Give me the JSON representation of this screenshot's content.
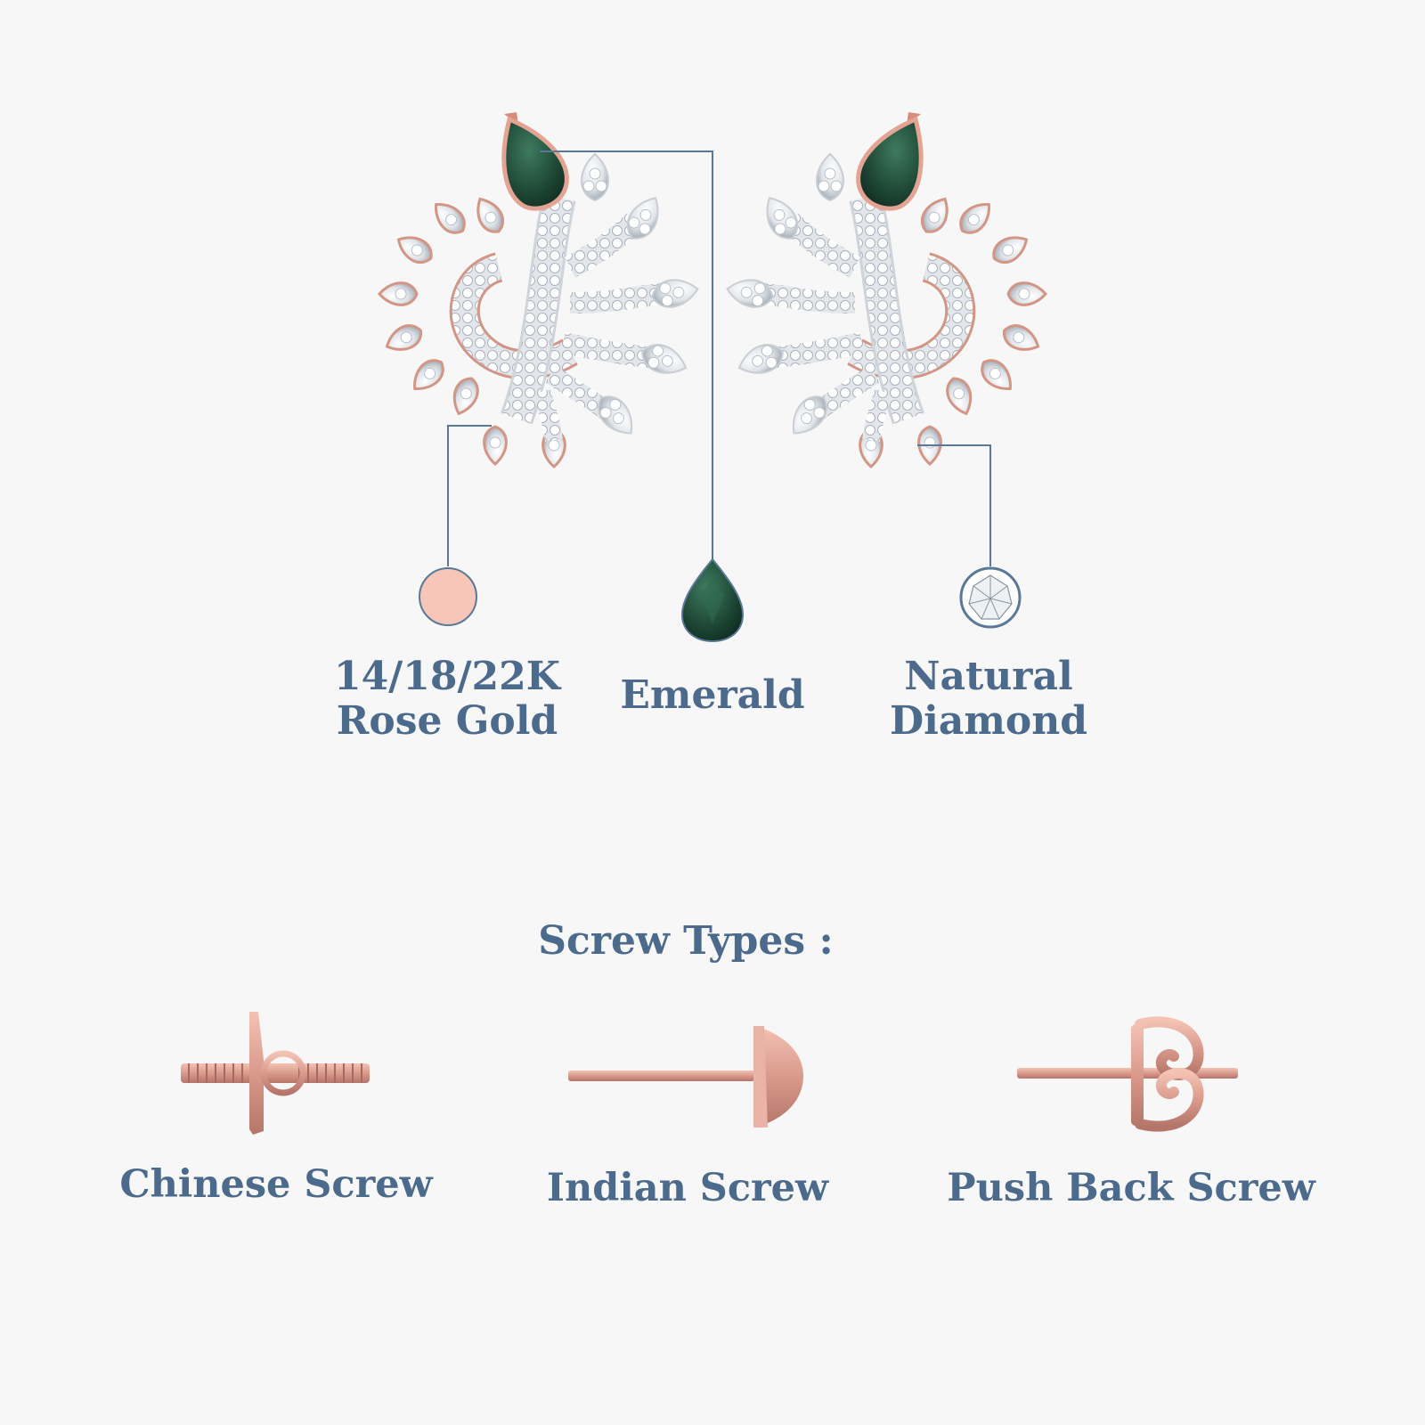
{
  "materials": [
    {
      "line1": "14/18/22K",
      "line2": "Rose Gold",
      "icon": "rose-gold-swatch-icon",
      "color": "#f7c6b8"
    },
    {
      "line1": "Emerald",
      "icon": "emerald-gem-icon",
      "color": "#1f4a37"
    },
    {
      "line1": "Natural",
      "line2": "Diamond",
      "icon": "diamond-icon",
      "color": "#ffffff"
    }
  ],
  "screw_section": {
    "title": "Screw Types :",
    "types": [
      {
        "label": "Chinese Screw",
        "icon": "chinese-screw-icon"
      },
      {
        "label": "Indian Screw",
        "icon": "indian-screw-icon"
      },
      {
        "label": "Push Back Screw",
        "icon": "push-back-screw-icon"
      }
    ]
  },
  "colors": {
    "text": "#4b6a8c",
    "line": "#5a7898",
    "rose_gold": "#d99a8c",
    "emerald": "#1f4a37",
    "background": "#f7f7f7"
  }
}
